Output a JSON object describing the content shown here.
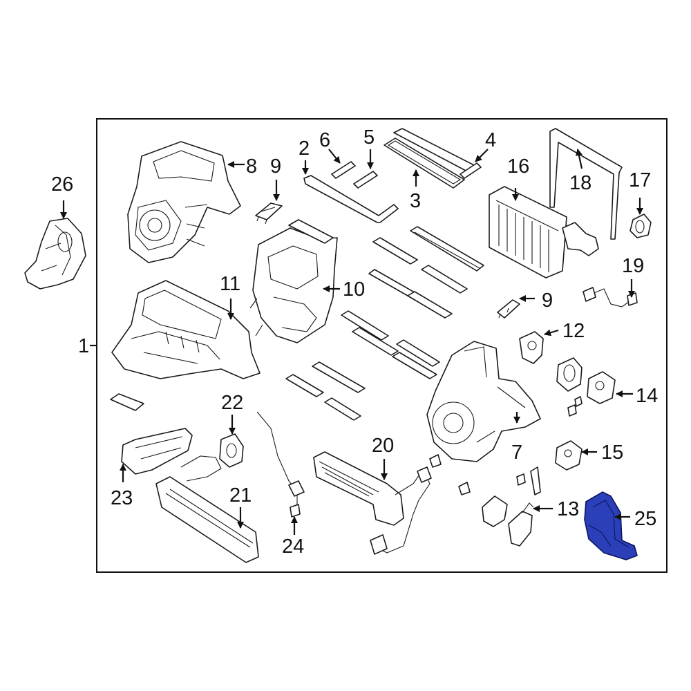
{
  "callouts": {
    "c1": "1",
    "c2": "2",
    "c3": "3",
    "c4": "4",
    "c5": "5",
    "c6": "6",
    "c7": "7",
    "c8": "8",
    "c9a": "9",
    "c9b": "9",
    "c10": "10",
    "c11": "11",
    "c12": "12",
    "c13": "13",
    "c14": "14",
    "c15": "15",
    "c16": "16",
    "c17": "17",
    "c18": "18",
    "c19": "19",
    "c20": "20",
    "c21": "21",
    "c22": "22",
    "c23": "23",
    "c24": "24",
    "c25": "25",
    "c26": "26"
  },
  "colors": {
    "highlight": "#2b3fb8",
    "line": "#1a1a1a",
    "background": "#ffffff"
  }
}
